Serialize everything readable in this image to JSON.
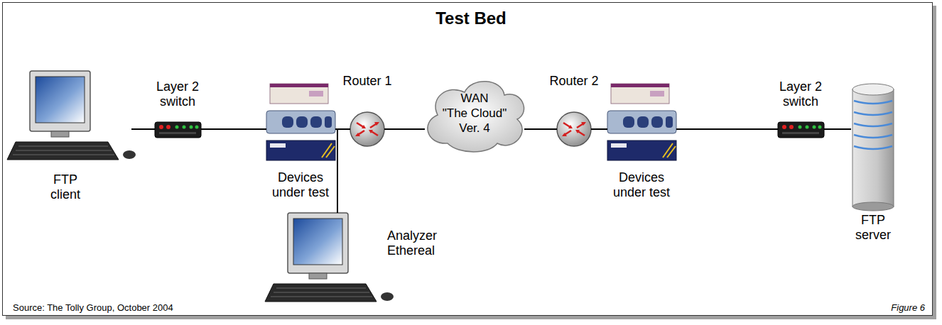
{
  "diagram": {
    "title": "Test Bed",
    "caption": "Source: The Tolly Group, October 2004",
    "nodes": [
      {
        "text": [
          "FTP client"
        ]
      },
      {
        "text": [
          "Layer 2 switch"
        ]
      },
      {
        "text": [
          "Devices under test"
        ]
      },
      {
        "text": [
          "Router 1"
        ]
      },
      {
        "text": [
          "WAN",
          "\"The Cloud\" Ver. 4"
        ]
      },
      {
        "text": [
          "Router 2"
        ]
      },
      {
        "text": [
          "Devices under test"
        ]
      },
      {
        "text": [
          "Layer 2 switch"
        ]
      },
      {
        "text": [
          "FTP server"
        ]
      },
      {
        "text": [
          "Analyzer Ethereal"
        ]
      }
    ],
    "edges": [
      {
        "from": 0,
        "to": 1,
        "arrow": "none"
      },
      {
        "from": 1,
        "to": 2,
        "arrow": "none"
      },
      {
        "from": 2,
        "to": 3,
        "arrow": "none"
      },
      {
        "from": 3,
        "to": 4,
        "arrow": "none"
      },
      {
        "from": 4,
        "to": 5,
        "arrow": "none"
      },
      {
        "from": 5,
        "to": 6,
        "arrow": "none"
      },
      {
        "from": 6,
        "to": 7,
        "arrow": "none"
      },
      {
        "from": 7,
        "to": 8,
        "arrow": "none"
      },
      {
        "from": 2,
        "to": 9,
        "arrow": "none"
      }
    ],
    "labels": [
      "Figure 6"
    ]
  }
}
